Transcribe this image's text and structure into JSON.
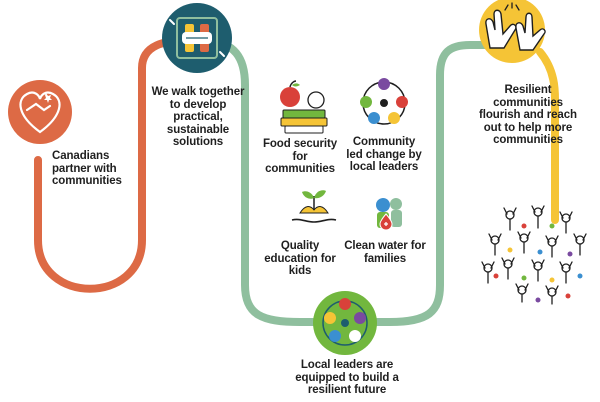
{
  "steps": {
    "canadians": "Canadians partner with communities",
    "walk_together": "We walk together to develop practical, sustainable solutions",
    "local_leaders": "Local leaders are equipped to build a resilient future",
    "resilient": "Resilient communities flourish and reach out to help more communities"
  },
  "outcomes": {
    "food": "Food security for communities",
    "community": "Community led change by local leaders",
    "education": "Quality education for kids",
    "water": "Clean water for families"
  },
  "colors": {
    "orange": "#dd6a45",
    "teal_path": "#8fbf9e",
    "teal_dark": "#1e5d6e",
    "yellow": "#f5c436",
    "green": "#72b73e",
    "blue": "#3b8fd0",
    "red": "#d9413a",
    "purple": "#7a4aa0",
    "text": "#1f1f1f"
  },
  "icons": {
    "canadians": "heart-handshake-icon",
    "walk_together": "joined-hands-icon",
    "food": "food-books-icon",
    "community": "community-circle-icon",
    "education": "seedling-hands-icon",
    "water": "water-family-icon",
    "local_leaders": "leaders-circle-icon",
    "resilient": "high-five-icon",
    "crowd": "celebrating-crowd-icon"
  }
}
